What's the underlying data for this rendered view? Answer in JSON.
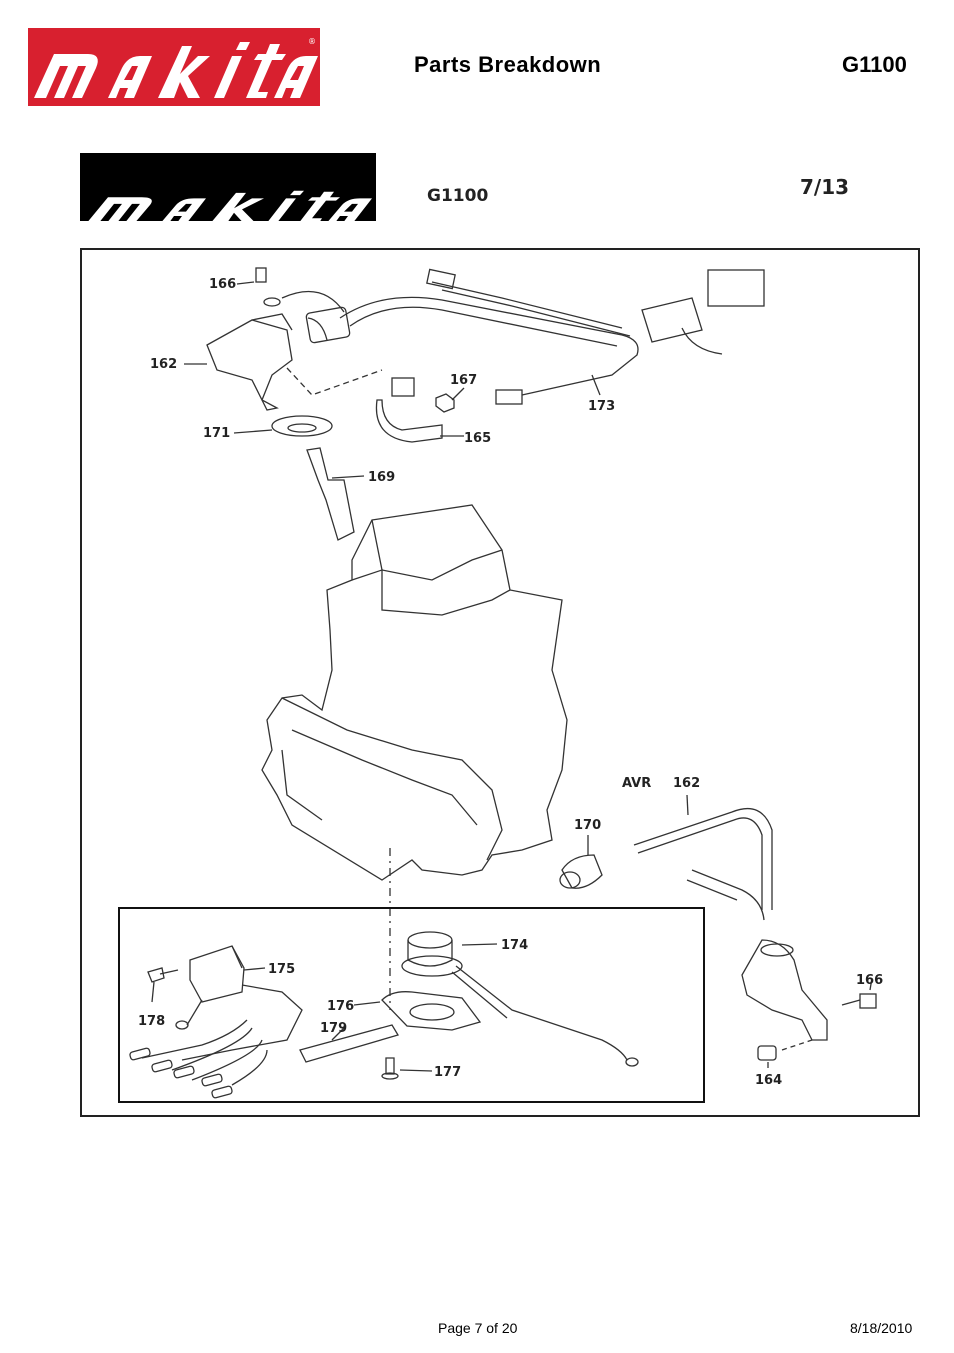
{
  "header": {
    "brand": "makita",
    "title": "Parts Breakdown",
    "model": "G1100"
  },
  "subheader": {
    "brand": "makita",
    "model": "G1100",
    "page_fraction": "7/13"
  },
  "diagram": {
    "labels": {
      "p166_top": "166",
      "p162_top": "162",
      "p167": "167",
      "p173": "173",
      "p171": "171",
      "p165": "165",
      "p169": "169",
      "avr": "AVR",
      "p162_avr": "162",
      "p170": "170",
      "p174": "174",
      "p175": "175",
      "p176": "176",
      "p178": "178",
      "p179": "179",
      "p177": "177",
      "p166_right": "166",
      "p164": "164"
    }
  },
  "footer": {
    "page": "Page 7 of 20",
    "date": "8/18/2010"
  },
  "colors": {
    "brand_red": "#d8202f",
    "black": "#000000"
  }
}
